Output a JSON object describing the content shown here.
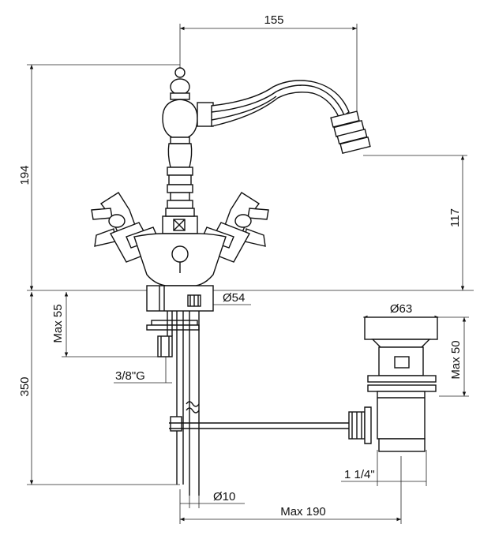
{
  "dimensions": {
    "spout_reach": "155",
    "total_height": "194",
    "spout_height": "117",
    "max_55": "Max 55",
    "base_diameter": "Ø54",
    "thread": "3/8\"G",
    "supply_length": "350",
    "waste_diameter": "Ø63",
    "max_50": "Max 50",
    "waste_thread": "1 1/4\"",
    "pipe_diameter": "Ø10",
    "max_190": "Max 190"
  },
  "colors": {
    "line": "#111111",
    "background": "#ffffff"
  }
}
